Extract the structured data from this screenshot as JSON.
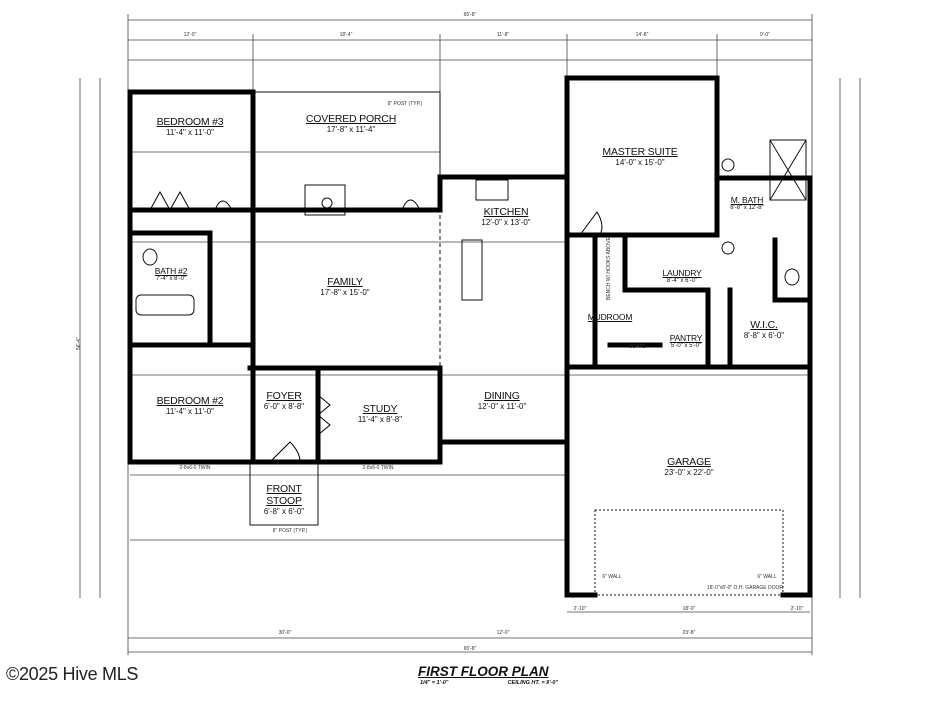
{
  "title": "FIRST FLOOR PLAN",
  "scale": "1/4\" = 1'-0\"",
  "ceiling_height": "CEILING HT. = 9'-0\"",
  "copyright": "©2025 Hive MLS",
  "rooms": {
    "bedroom3": {
      "name": "BEDROOM #3",
      "size": "11'-4\" x 11'-0\""
    },
    "covered_porch": {
      "name": "COVERED PORCH",
      "size": "17'-8\" x 11'-4\""
    },
    "bath2": {
      "name": "BATH #2",
      "size": "7'-4\" x 8'-0\""
    },
    "family": {
      "name": "FAMILY",
      "size": "17'-8\" x 15'-0\""
    },
    "kitchen": {
      "name": "KITCHEN",
      "size": "12'-0\" x 13'-0\""
    },
    "master_suite": {
      "name": "MASTER SUITE",
      "size": "14'-0\" x 15'-0\""
    },
    "m_bath": {
      "name": "M. BATH",
      "size": "8'-8\" x 12'-8\""
    },
    "laundry": {
      "name": "LAUNDRY",
      "size": "8'-4\" x 6'-0\""
    },
    "mudroom": {
      "name": "MUDROOM",
      "size": ""
    },
    "pantry": {
      "name": "PANTRY",
      "size": "5'-0\" x 5'-0\""
    },
    "wic": {
      "name": "W.I.C.",
      "size": "8'-8\" x 6'-0\""
    },
    "bedroom2": {
      "name": "BEDROOM #2",
      "size": "11'-4\" x 11'-0\""
    },
    "foyer": {
      "name": "FOYER",
      "size": "6'-0\" x 8'-8\""
    },
    "study": {
      "name": "STUDY",
      "size": "11'-4\" x 8'-8\""
    },
    "dining": {
      "name": "DINING",
      "size": "12'-0\" x 11'-0\""
    },
    "front_stoop": {
      "name": "FRONT STOOP",
      "size": "6'-8\" x 6'-0\""
    },
    "garage": {
      "name": "GARAGE",
      "size": "23'-0\" x 22'-0\""
    }
  },
  "notes": {
    "post": "8\" POST (TYP.)",
    "garage_door": "18'-0\"x8'-0\" O.H. GARAGE DOOR",
    "wall_left": "6\" WALL",
    "wall_right": "6\" WALL",
    "coats": "COATS",
    "bench": "BENCH W/ HOOKS ABOVE",
    "window_twin_1": "2-8x6-0 TWIN",
    "window_twin_2": "2-8x6-0 TWIN"
  },
  "dimensions": {
    "overall_top": "65'-8\"",
    "overall_bottom": "65'-8\"",
    "overall_left": "56'-4\"",
    "top_row": [
      "12'-0\"",
      "18'-4\"",
      "11'-8\"",
      "14'-8\"",
      "9'-0\""
    ],
    "bottom_row": [
      "30'-0\"",
      "12'-0\"",
      "23'-8\""
    ],
    "garage_bottom": [
      "2'-10\"",
      "18'-0\"",
      "2'-10\""
    ]
  }
}
